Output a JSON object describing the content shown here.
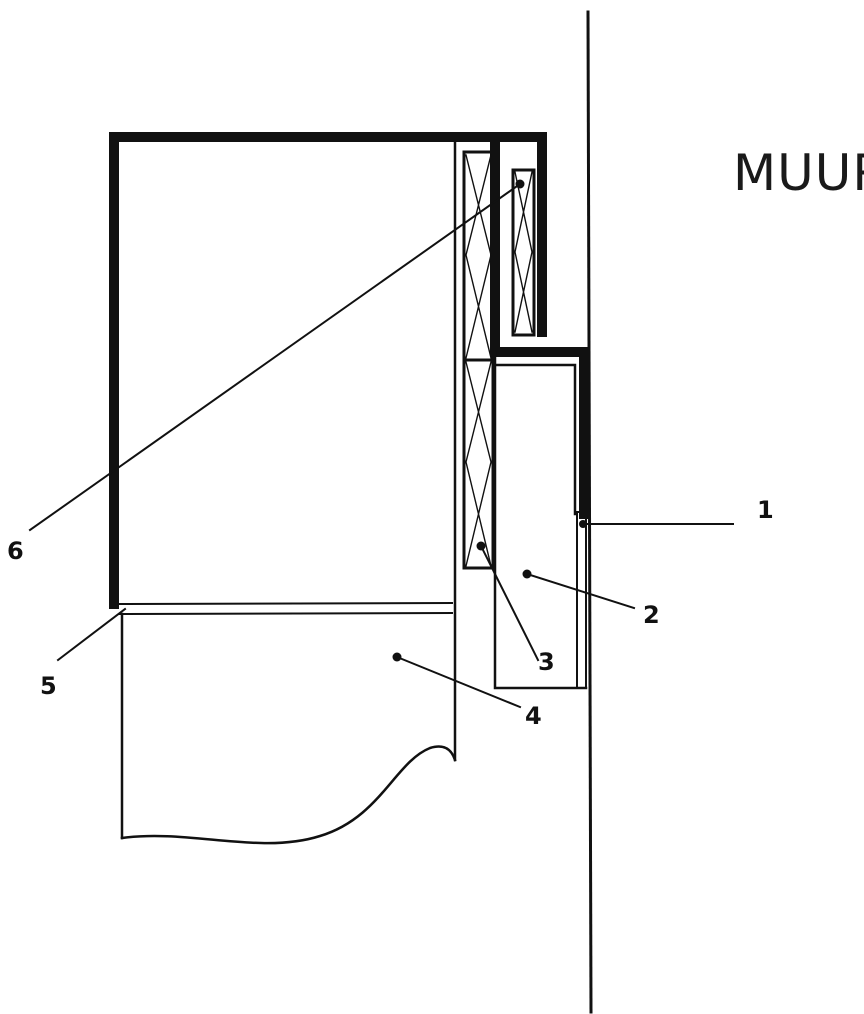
{
  "wall_label": "MUUR",
  "callouts": [
    {
      "id": "1",
      "text": "1"
    },
    {
      "id": "2",
      "text": "2"
    },
    {
      "id": "3",
      "text": "3"
    },
    {
      "id": "4",
      "text": "4"
    },
    {
      "id": "5",
      "text": "5"
    },
    {
      "id": "6",
      "text": "6"
    }
  ],
  "colors": {
    "line": "#111111",
    "background": "#ffffff"
  }
}
